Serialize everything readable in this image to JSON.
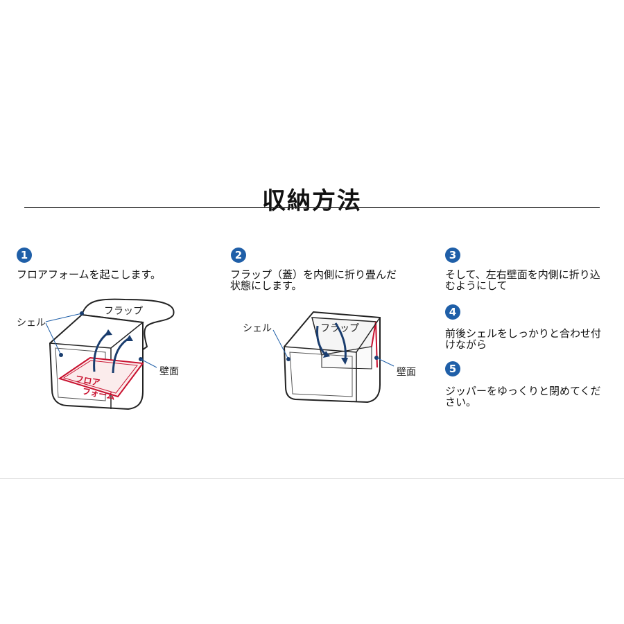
{
  "title": "収納方法",
  "steps": [
    {
      "num": "1",
      "text": "フロアフォームを起こします。"
    },
    {
      "num": "2",
      "text": "フラップ（蓋）を内側に折り畳んだ\n状態にします。"
    },
    {
      "num": "3",
      "text": "そして、左右壁面を内側に折り込\nむようにして"
    },
    {
      "num": "4",
      "text": "前後シェルをしっかりと合わせ付\nけながら"
    },
    {
      "num": "5",
      "text": "ジッパーをゆっくりと閉めてくだ\nさい。"
    }
  ],
  "diagram1": {
    "flap_label": "フラップ",
    "shell_label": "シェル",
    "wall_label": "壁面",
    "floor_label_line1": "フロア",
    "floor_label_line2": "フォーム"
  },
  "diagram2": {
    "flap_label": "フラップ",
    "shell_label": "シェル",
    "wall_label": "壁面"
  },
  "colors": {
    "accent_blue": "#1f5fa8",
    "accent_red": "#c8102e"
  }
}
